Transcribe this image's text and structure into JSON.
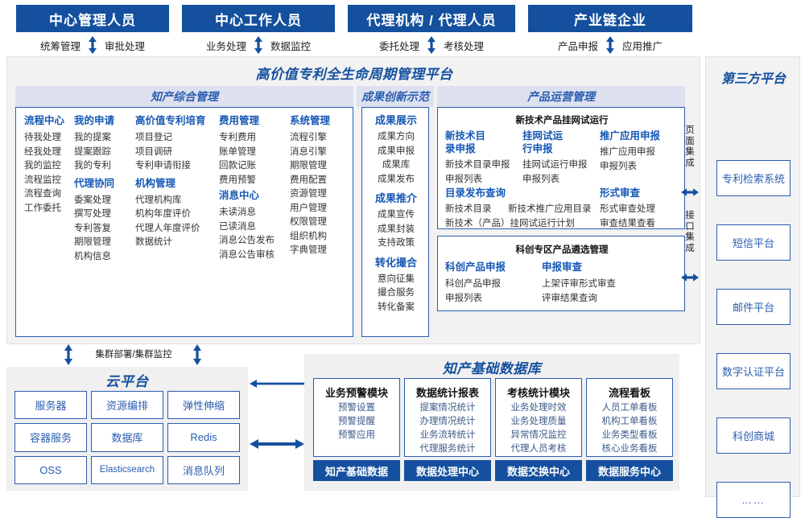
{
  "roles": [
    {
      "title": "中心管理人员",
      "left": "统筹管理",
      "right": "审批处理"
    },
    {
      "title": "中心工作人员",
      "left": "业务处理",
      "right": "数据监控"
    },
    {
      "title": "代理机构 / 代理人员",
      "left": "委托处理",
      "right": "考核处理"
    },
    {
      "title": "产业链企业",
      "left": "产品申报",
      "right": "应用推广"
    }
  ],
  "platform": {
    "title": "高价值专利全生命周期管理平台",
    "groups": {
      "zhichan": {
        "title": "知产综合管理",
        "columns": [
          {
            "sections": [
              {
                "head": "流程中心",
                "items": [
                  "待我处理",
                  "经我处理",
                  "我的监控",
                  "流程监控",
                  "流程查询",
                  "工作委托"
                ]
              }
            ]
          },
          {
            "sections": [
              {
                "head": "我的申请",
                "items": [
                  "我的提案",
                  "提案跟踪",
                  "我的专利"
                ]
              },
              {
                "head": "代理协同",
                "items": [
                  "委案处理",
                  "撰写处理",
                  "专利答复",
                  "期限管理",
                  "机构信息"
                ]
              }
            ]
          },
          {
            "sections": [
              {
                "head": "高价值专利培育",
                "items": [
                  "项目登记",
                  "项目调研",
                  "专利申请衔接"
                ]
              },
              {
                "head": "机构管理",
                "items": [
                  "代理机构库",
                  "机构年度评价",
                  "代理人年度评价",
                  "数据统计"
                ]
              }
            ]
          },
          {
            "sections": [
              {
                "head": "费用管理",
                "items": [
                  "专利费用",
                  "账单管理",
                  "回款记账",
                  "费用预警"
                ]
              },
              {
                "head": "消息中心",
                "items": [
                  "未读消息",
                  "已读消息",
                  "消息公告发布",
                  "消息公告审核"
                ]
              }
            ]
          },
          {
            "sections": [
              {
                "head": "系统管理",
                "items": [
                  "流程引擎",
                  "消息引擎",
                  "期限管理",
                  "费用配置",
                  "资源管理",
                  "用户管理",
                  "权限管理",
                  "组织机构",
                  "字典管理"
                ]
              }
            ]
          }
        ]
      },
      "chengguo": {
        "title": "成果创新示范",
        "sections": [
          {
            "head": "成果展示",
            "items": [
              "成果方向",
              "成果申报",
              "成果库",
              "成果发布"
            ]
          },
          {
            "head": "成果推介",
            "items": [
              "成果宣传",
              "成果封装",
              "支持政策"
            ]
          },
          {
            "head": "转化撮合",
            "items": [
              "意向征集",
              "撮合服务",
              "转化备案"
            ]
          }
        ]
      },
      "chanpin": {
        "title": "产品运营管理",
        "boxes": [
          {
            "head": "新技术产品挂网试运行",
            "rows": [
              {
                "cols": [
                  {
                    "head": "新技术目录申报",
                    "items": [
                      "新技术目录申报",
                      "申报列表"
                    ]
                  },
                  {
                    "head": "挂网试运行申报",
                    "items": [
                      "挂网试运行申报",
                      "申报列表"
                    ]
                  },
                  {
                    "head": "推广应用申报",
                    "items": [
                      "推广应用申报",
                      "申报列表"
                    ]
                  }
                ]
              },
              {
                "cols": [
                  {
                    "head": "目录发布查询",
                    "items": [
                      "新技术目录",
                      "新技术（产品）挂网试运行计划"
                    ],
                    "items2": [
                      "新技术推广应用目录"
                    ]
                  },
                  {
                    "head": "形式审查",
                    "items": [
                      "形式审查处理",
                      "审查结果查看"
                    ]
                  }
                ]
              }
            ]
          },
          {
            "head": "科创专区产品遴选管理",
            "rows": [
              {
                "cols": [
                  {
                    "head": "科创产品申报",
                    "items": [
                      "科创产品申报",
                      "申报列表"
                    ]
                  },
                  {
                    "head": "申报审查",
                    "items": [
                      "上架评审形式审查",
                      "评审结果查询"
                    ]
                  }
                ]
              }
            ]
          }
        ]
      }
    },
    "integration": {
      "page": "页面集成",
      "api": "接口集成"
    }
  },
  "third_party": {
    "title": "第三方平台",
    "items": [
      "专利检索系统",
      "短信平台",
      "邮件平台",
      "数字认证平台",
      "科创商城",
      "……"
    ]
  },
  "cloud": {
    "cluster_label": "集群部署/集群监控",
    "title": "云平台",
    "cells": [
      "服务器",
      "资源编排",
      "弹性伸缩",
      "容器服务",
      "数据库",
      "Redis",
      "OSS",
      "Elasticsearch",
      "消息队列"
    ]
  },
  "database": {
    "title": "知产基础数据库",
    "columns": [
      {
        "head": "业务预警模块",
        "items": [
          "预警设置",
          "预警提醒",
          "预警应用"
        ],
        "foot": "知产基础数据"
      },
      {
        "head": "数据统计报表",
        "items": [
          "提案情况统计",
          "办理情况统计",
          "业务流转统计",
          "代理服务统计"
        ],
        "foot": "数据处理中心"
      },
      {
        "head": "考核统计模块",
        "items": [
          "业务处理时效",
          "业务处理质量",
          "异常情况监控",
          "代理人员考核"
        ],
        "foot": "数据交换中心"
      },
      {
        "head": "流程看板",
        "items": [
          "人员工单看板",
          "机构工单看板",
          "业务类型看板",
          "核心业务看板"
        ],
        "foot": "数据服务中心"
      }
    ]
  },
  "colors": {
    "brand_dark": "#14509E",
    "brand_mid": "#2a5db0",
    "band": "#dde0ef",
    "panel_bg": "#f2f2f2"
  }
}
